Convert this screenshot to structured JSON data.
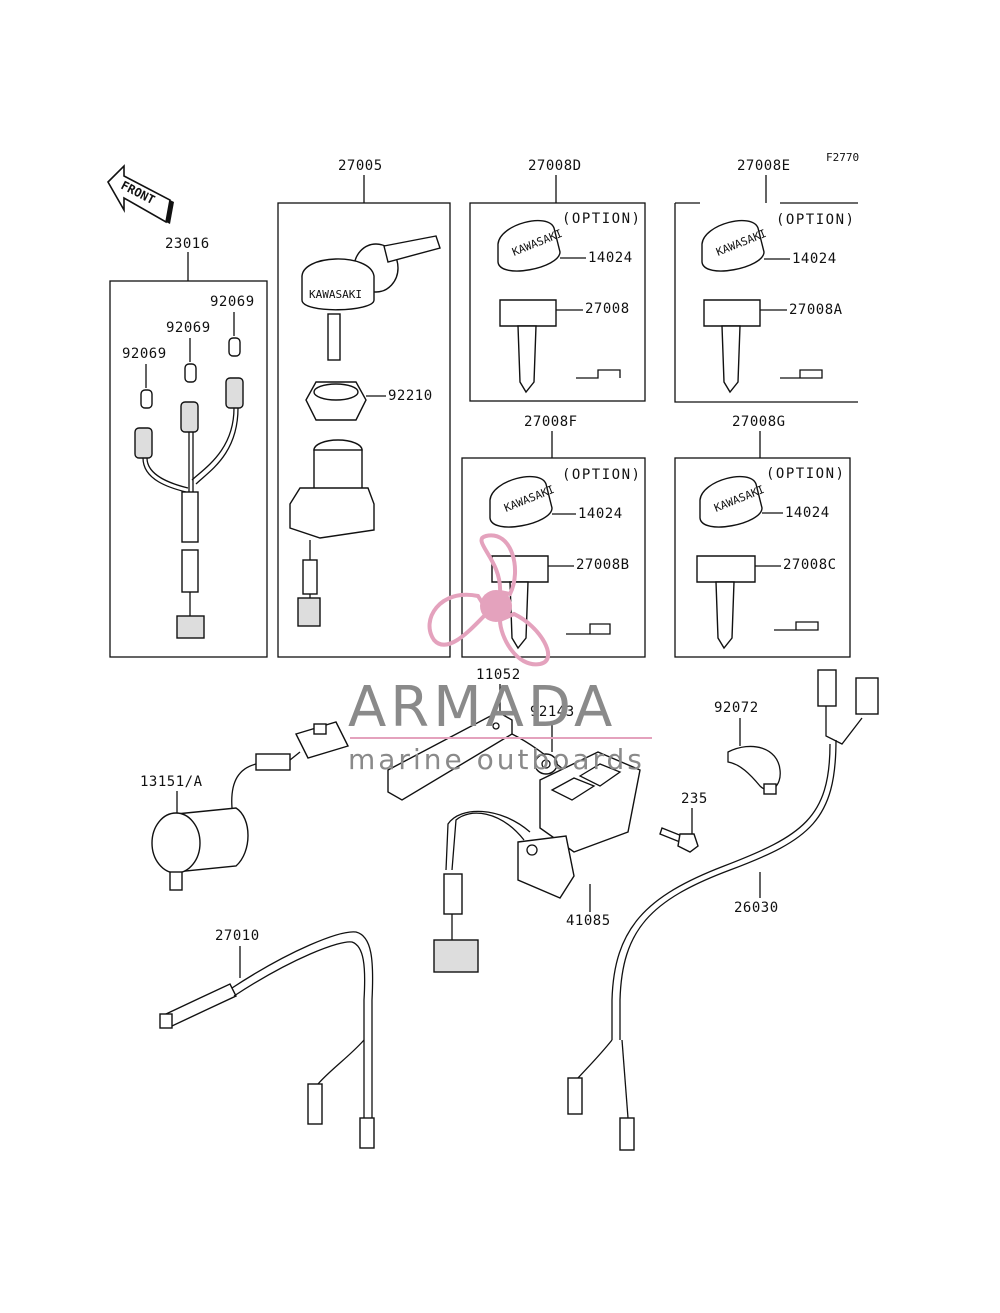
{
  "figure_code": "F2770",
  "front_label": "FRONT",
  "option_label": "(OPTION)",
  "key_brand": "KAWASAKI",
  "watermark": {
    "title": "ARMADA",
    "subtitle": "marine outboards",
    "accent": "#e4a2bd",
    "text_color": "#8a8a8a"
  },
  "labels": {
    "p23016": "23016",
    "p92069a": "92069",
    "p92069b": "92069",
    "p92069c": "92069",
    "p27005": "27005",
    "p92210": "92210",
    "p27008D": "27008D",
    "p27008E": "27008E",
    "p27008F": "27008F",
    "p27008G": "27008G",
    "p14024a": "14024",
    "p14024b": "14024",
    "p14024c": "14024",
    "p14024d": "14024",
    "p27008": "27008",
    "p27008A": "27008A",
    "p27008B": "27008B",
    "p27008C": "27008C",
    "p11052": "11052",
    "p92143": "92143",
    "p92072": "92072",
    "p13151A": "13151/A",
    "p235": "235",
    "p41085": "41085",
    "p26030": "26030",
    "p27010": "27010"
  }
}
